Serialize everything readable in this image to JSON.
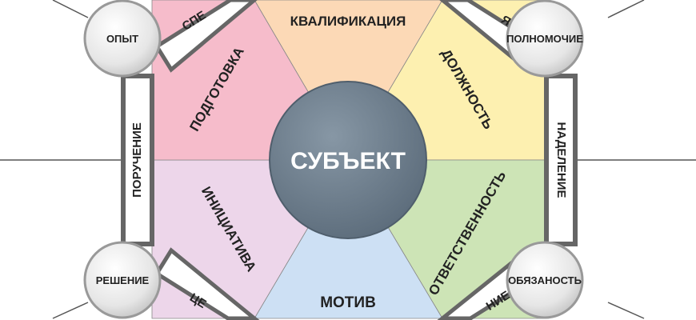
{
  "center": {
    "label": "СУБЪЕКТ",
    "color": "#6f808f"
  },
  "sectors": {
    "top": {
      "label": "КВАЛИФИКАЦИЯ",
      "color": "#fcd9b6"
    },
    "top_right": {
      "label": "ДОЛЖНОСТЬ",
      "color": "#fdf0b0"
    },
    "bottom_right": {
      "label": "ОТВЕТСТВЕННОСТЬ",
      "color": "#cde4b6"
    },
    "bottom": {
      "label": "МОТИВ",
      "color": "#cde0f4"
    },
    "bottom_left": {
      "label": "ИНИЦИАТИВА",
      "color": "#edd6ea"
    },
    "top_left": {
      "label": "ПОДГОТОВКА",
      "color": "#f6bccb"
    }
  },
  "nodes": {
    "top_left": "ОПЫТ",
    "top_right": "ПОЛНОМОЧИЕ",
    "bottom_left": "РЕШЕНИЕ",
    "bottom_right": "ОБЯЗАНОСТЬ"
  },
  "links": {
    "left": "ПОРУЧЕНИЕ",
    "right": "НАДЕЛЕНИЕ",
    "top_left": "СПЕ",
    "top_right": "Я",
    "bottom_left": "ЦЕ",
    "bottom_right": "НИЕ"
  }
}
